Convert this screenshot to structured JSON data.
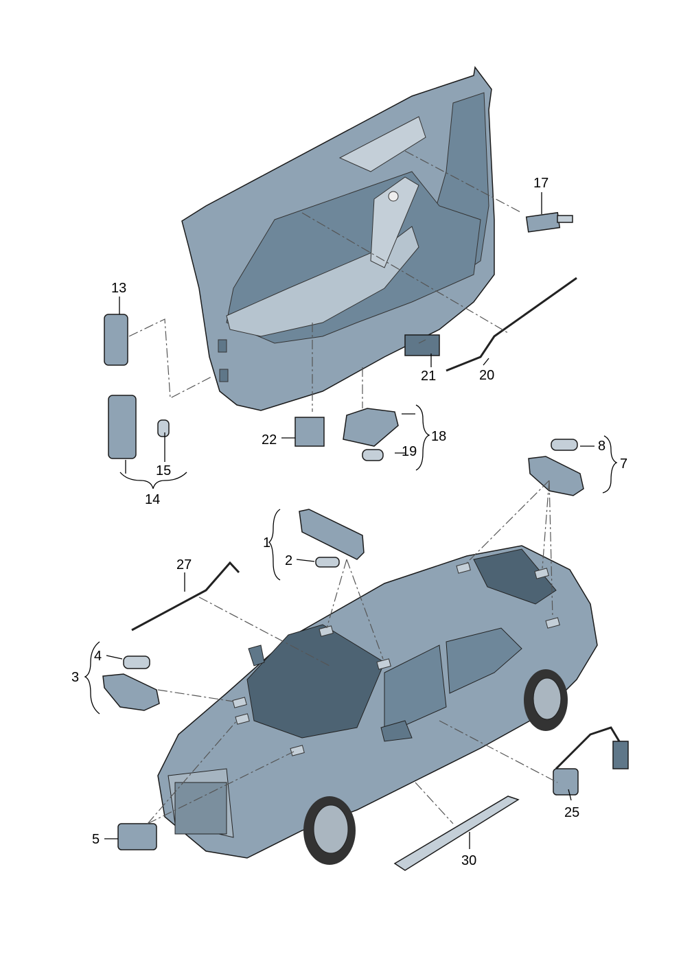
{
  "diagram": {
    "callouts": {
      "c1": "1",
      "c2": "2",
      "c3": "3",
      "c4": "4",
      "c5": "5",
      "c7": "7",
      "c8": "8",
      "c13": "13",
      "c14": "14",
      "c15": "15",
      "c17": "17",
      "c18": "18",
      "c19": "19",
      "c20": "20",
      "c21": "21",
      "c22": "22",
      "c25": "25",
      "c27": "27",
      "c30": "30"
    },
    "colors": {
      "part_fill": "#8fa3b4",
      "part_dark": "#5f7789",
      "glass": "#4d6373",
      "light": "#c4cfd8"
    }
  }
}
